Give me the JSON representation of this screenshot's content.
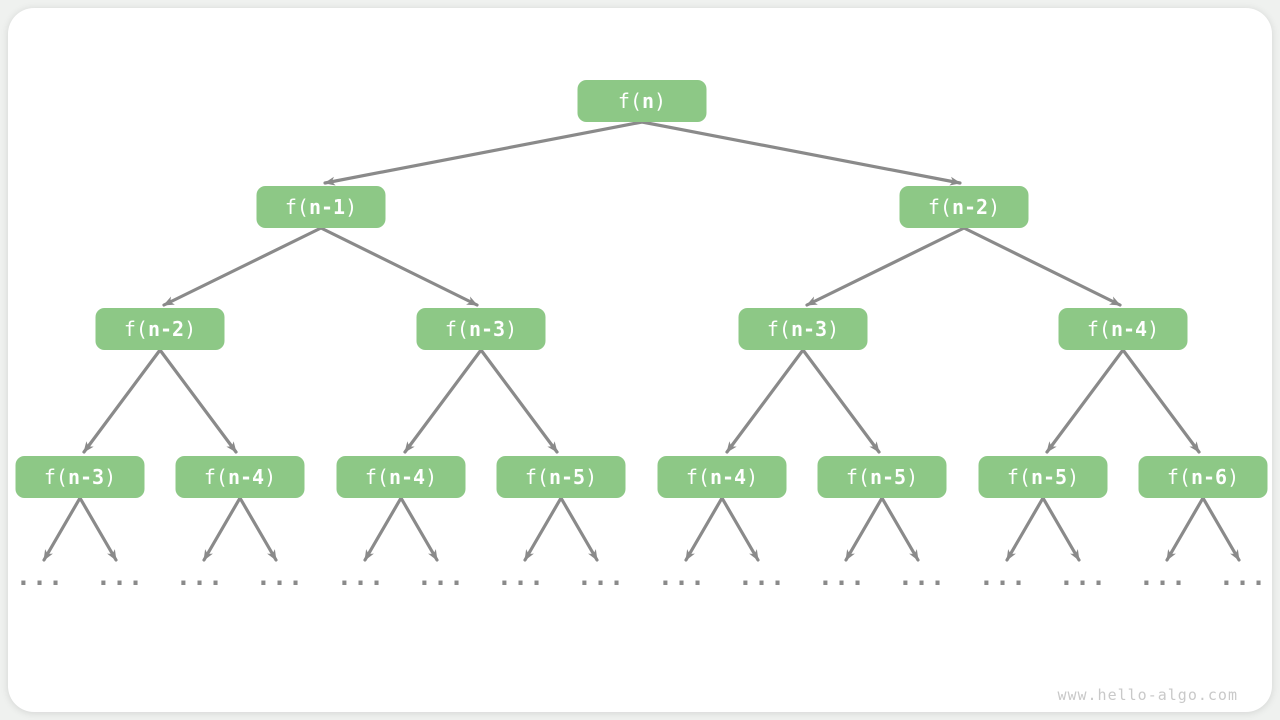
{
  "page": {
    "watermark": "www.hello-algo.com"
  },
  "colors": {
    "node-green": "#8dc886",
    "arrow-gray": "#8a8a8a",
    "node-text": "#ffffff",
    "watermark-gray": "#c9c9c9",
    "page-bg": "#eff1ef",
    "card-bg": "#ffffff"
  },
  "tree": {
    "description": "Recursion tree of f(n) = f(n-1) + f(n-2)",
    "ellipsis": "...",
    "levels": [
      [
        {
          "prefix": "f(",
          "arg": "n",
          "suffix": ")"
        }
      ],
      [
        {
          "prefix": "f(",
          "arg": "n-1",
          "suffix": ")"
        },
        {
          "prefix": "f(",
          "arg": "n-2",
          "suffix": ")"
        }
      ],
      [
        {
          "prefix": "f(",
          "arg": "n-2",
          "suffix": ")"
        },
        {
          "prefix": "f(",
          "arg": "n-3",
          "suffix": ")"
        },
        {
          "prefix": "f(",
          "arg": "n-3",
          "suffix": ")"
        },
        {
          "prefix": "f(",
          "arg": "n-4",
          "suffix": ")"
        }
      ],
      [
        {
          "prefix": "f(",
          "arg": "n-3",
          "suffix": ")"
        },
        {
          "prefix": "f(",
          "arg": "n-4",
          "suffix": ")"
        },
        {
          "prefix": "f(",
          "arg": "n-4",
          "suffix": ")"
        },
        {
          "prefix": "f(",
          "arg": "n-5",
          "suffix": ")"
        },
        {
          "prefix": "f(",
          "arg": "n-4",
          "suffix": ")"
        },
        {
          "prefix": "f(",
          "arg": "n-5",
          "suffix": ")"
        },
        {
          "prefix": "f(",
          "arg": "n-5",
          "suffix": ")"
        },
        {
          "prefix": "f(",
          "arg": "n-6",
          "suffix": ")"
        }
      ]
    ]
  }
}
